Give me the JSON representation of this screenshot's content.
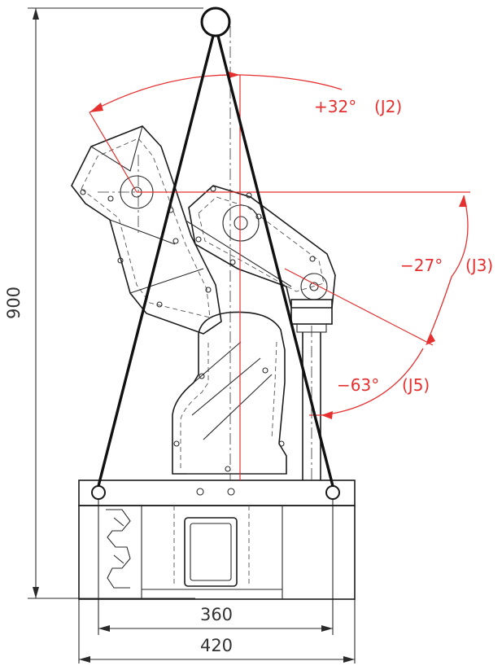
{
  "dimensions": {
    "height": "900",
    "inner_width": "360",
    "outer_width": "420"
  },
  "annotations": [
    {
      "angle": "+32°",
      "joint": "(J2)"
    },
    {
      "angle": "−27°",
      "joint": "(J3)"
    },
    {
      "angle": "−63°",
      "joint": "(J5)"
    }
  ],
  "colors": {
    "annotation": "#e53030",
    "line": "#1a1a1a",
    "sling": "#111111"
  }
}
